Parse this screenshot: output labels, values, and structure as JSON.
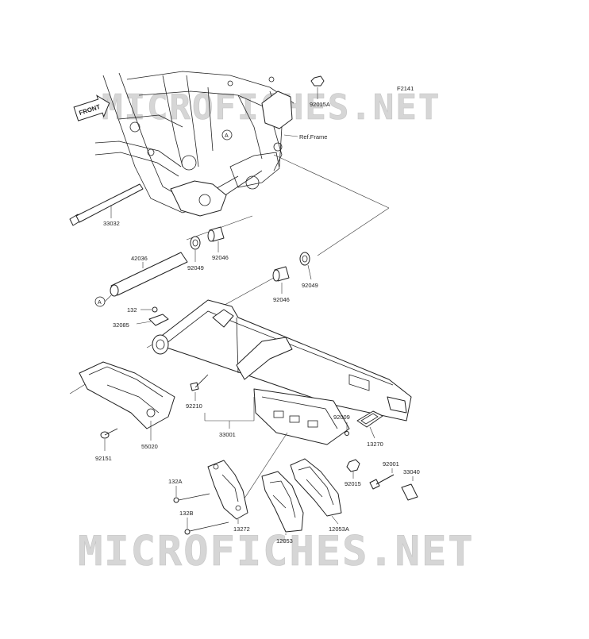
{
  "diagram_code": "F2141",
  "watermark": "MICROFICHES.NET",
  "front_marker": "FRONT",
  "ref_frame": "Ref.Frame",
  "callout_a": "A",
  "parts": {
    "p92015A": "92015A",
    "p33032": "33032",
    "p42036": "42036",
    "p92046_top": "92046",
    "p92049_top": "92049",
    "p92046_right": "92046",
    "p92049_right": "92049",
    "p132": "132",
    "p32085": "32085",
    "p92210": "92210",
    "p33001": "33001",
    "p55020": "55020",
    "p92151": "92151",
    "p92009": "92009",
    "p13270": "13270",
    "p92001": "92001",
    "p33040": "33040",
    "p92015": "92015",
    "p132A": "132A",
    "p132B": "132B",
    "p13272": "13272",
    "p12053": "12053",
    "p12053A": "12053A"
  }
}
